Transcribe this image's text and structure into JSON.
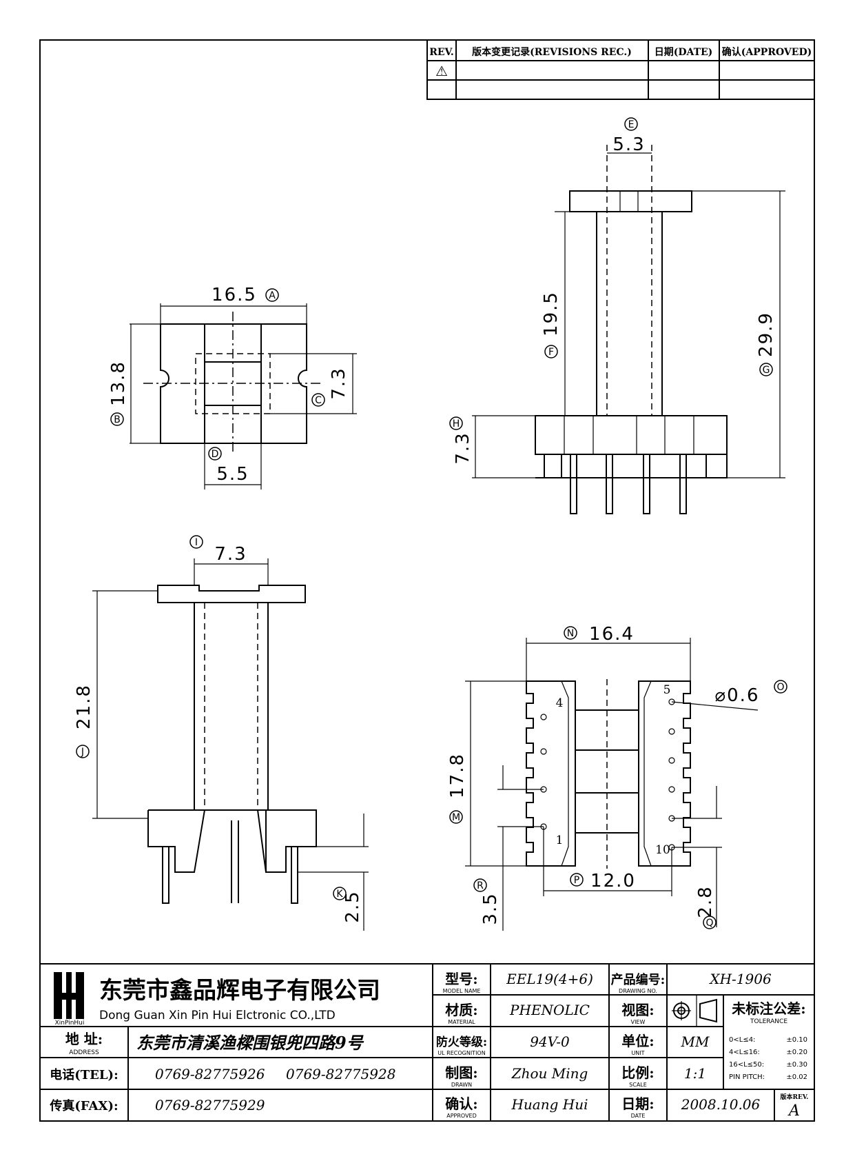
{
  "revision_table": {
    "headers": [
      "REV.",
      "版本变更记录(REVISIONS REC.)",
      "日期(DATE)",
      "确认(APPROVED)"
    ],
    "rows": [
      [
        "⚠",
        "",
        "",
        ""
      ],
      [
        "",
        "",
        "",
        ""
      ]
    ]
  },
  "views": {
    "top_view": {
      "width": "16.5",
      "width_tag": "A",
      "height": "13.8",
      "height_tag": "B",
      "slot": "7.3",
      "slot_tag": "C",
      "core": "5.5",
      "core_tag": "D"
    },
    "right_view": {
      "core": "5.3",
      "core_tag": "E",
      "winding": "19.5",
      "winding_tag": "F",
      "total": "29.9",
      "total_tag": "G",
      "base": "7.3",
      "base_tag": "H"
    },
    "front_view": {
      "core": "7.3",
      "core_tag": "I",
      "height": "21.8",
      "height_tag": "J",
      "pin": "2.5",
      "pin_tag": "K"
    },
    "bottom_view": {
      "width": "16.4",
      "width_tag": "N",
      "height": "17.8",
      "height_tag": "M",
      "pin_span": "12.0",
      "pin_span_tag": "P",
      "pin_dia": "⌀0.6",
      "pin_dia_tag": "O",
      "pitch_left": "3.5",
      "pitch_left_tag": "R",
      "pitch_right": "2.8",
      "pitch_right_tag": "Q",
      "pin_labels": [
        "4",
        "1",
        "5",
        "10"
      ]
    }
  },
  "title_block": {
    "company_cn": "东莞市鑫品辉电子有限公司",
    "company_en": "Dong Guan Xin Pin Hui Elctronic CO.,LTD",
    "logo_text": "XinPinHui",
    "address_label": "地 址:",
    "address_label_en": "ADDRESS",
    "address": "东莞市清溪渔樑围银兜四路9号",
    "tel_label": "电话(TEL):",
    "tel1": "0769-82775926",
    "tel2": "0769-82775928",
    "fax_label": "传真(FAX):",
    "fax": "0769-82775929",
    "model_label": "型号:",
    "model_label_en": "MODEL NAME",
    "model": "EEL19(4+6)",
    "material_label": "材质:",
    "material_label_en": "MATERIAL",
    "material": "PHENOLIC",
    "flame_label": "防火等级:",
    "flame_label_en": "UL RECOGNITION",
    "flame": "94V-0",
    "drawn_label": "制图:",
    "drawn_label_en": "DRAWN",
    "drawn": "Zhou Ming",
    "approved_label": "确认:",
    "approved_label_en": "APPROVED",
    "approved": "Huang Hui",
    "drawing_no_label": "产品编号:",
    "drawing_no_label_en": "DRAWING NO.",
    "drawing_no": "XH-1906",
    "view_label": "视图:",
    "view_label_en": "VIEW",
    "unit_label": "单位:",
    "unit_label_en": "UNIT",
    "unit": "MM",
    "scale_label": "比例:",
    "scale_label_en": "SCALE",
    "scale": "1:1",
    "date_label": "日期:",
    "date_label_en": "DATE",
    "date": "2008.10.06",
    "tolerance_label": "未标注公差:",
    "tolerance_label_en": "TOLERANCE",
    "tolerances": [
      {
        "range": "0<L≤4:",
        "value": "±0.10"
      },
      {
        "range": "4<L≤16:",
        "value": "±0.20"
      },
      {
        "range": "16<L≤50:",
        "value": "±0.30"
      },
      {
        "range": "PIN PITCH:",
        "value": "±0.02"
      }
    ],
    "rev_label": "版本REV.",
    "rev": "A"
  }
}
